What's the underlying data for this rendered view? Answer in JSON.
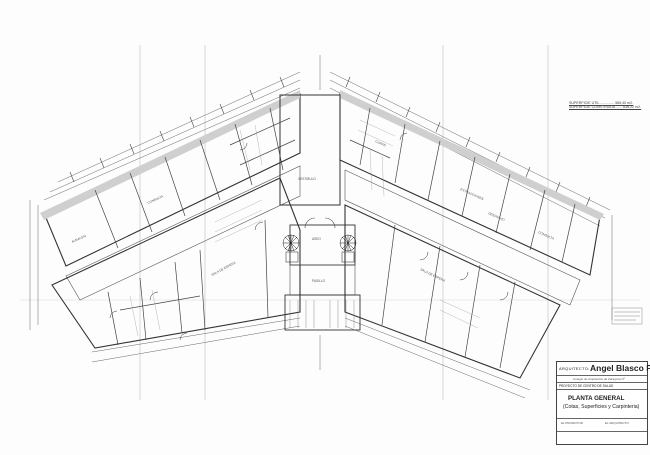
{
  "drawing": {
    "rooms": [
      "ALMACEN",
      "CONSULTA",
      "VESTIBULO",
      "SALA DE ESPERA",
      "ASEO",
      "PASILLO",
      "CURAS",
      "EXTRACCIONES",
      "SALA DE ESPERA",
      "DESPACHO",
      "CONSULTA"
    ]
  },
  "areas": {
    "line1": "SUPERFICIE UTIL .............. 565,40 m2.",
    "line2": "SUPERFICIE CONSTRUIDA ...... 636,22 m2."
  },
  "title_block": {
    "architect_label": "ARQUITECTO:",
    "architect_name": "Angel Blasco Pe",
    "firm_line": "Colegio de Arquitectos de Zaragoza   Nº",
    "project": "PROYECTO DE CENTRO DE SALUD",
    "plan_title": "PLANTA GENERAL",
    "plan_subtitle": "(Cotas, Superficies y Carpinteria)",
    "foot_left": "EL PROMOTOR",
    "foot_right": "EL ARQUITECTO"
  }
}
